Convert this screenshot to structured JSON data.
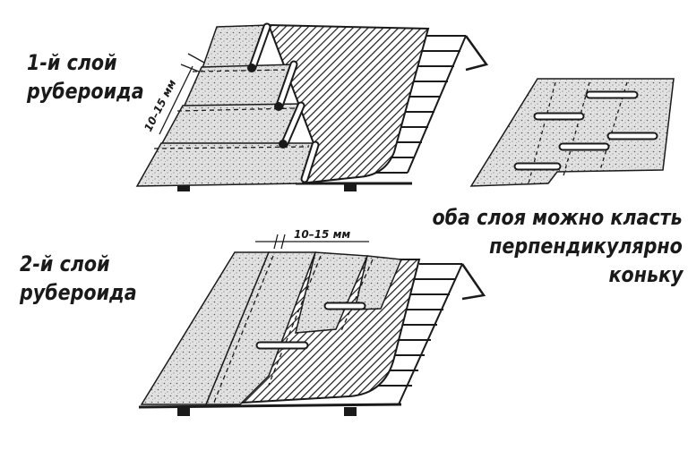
{
  "layer1": {
    "line1": "1-й слой",
    "line2": "рубероида",
    "dimension": "10–15 мм"
  },
  "layer2": {
    "line1": "2-й слой",
    "line2": "рубероида",
    "dimension": "10–15 мм"
  },
  "note": {
    "line1": "оба слоя можно класть",
    "line2": "перпендикулярно",
    "line3": "коньку"
  }
}
